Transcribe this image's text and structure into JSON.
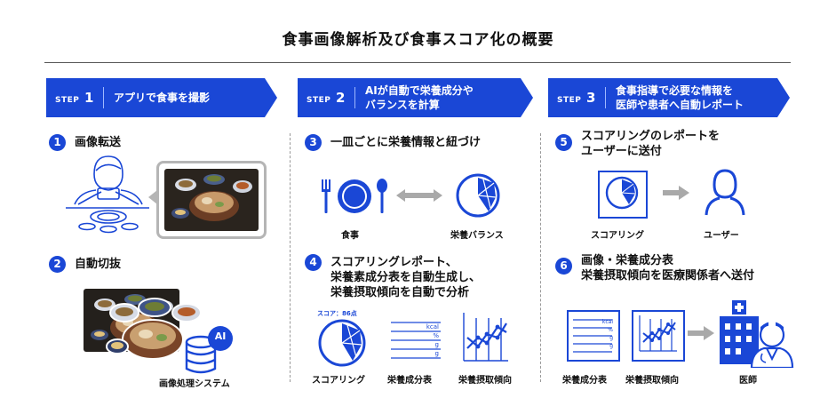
{
  "title": "食事画像解析及び食事スコア化の概要",
  "colors": {
    "accent": "#1a47d6",
    "arrow_gray": "#a9a9a9",
    "divider": "#999999"
  },
  "steps": [
    {
      "label": "STEP",
      "num": "1",
      "lines": [
        "アプリで食事を撮影"
      ]
    },
    {
      "label": "STEP",
      "num": "2",
      "lines": [
        "AIが自動で栄養成分や",
        "バランスを計算"
      ]
    },
    {
      "label": "STEP",
      "num": "3",
      "lines": [
        "食事指導で必要な情報を",
        "医師や患者へ自動レポート"
      ]
    }
  ],
  "items": [
    {
      "num": "1",
      "lines": [
        "画像転送"
      ]
    },
    {
      "num": "2",
      "lines": [
        "自動切抜"
      ]
    },
    {
      "num": "3",
      "lines": [
        "一皿ごとに栄養情報と紐づけ"
      ]
    },
    {
      "num": "4",
      "lines": [
        "スコアリングレポート、",
        "栄養素成分表を自動生成し、",
        "栄養摂取傾向を自動で分析"
      ]
    },
    {
      "num": "5",
      "lines": [
        "スコアリングのレポートを",
        "ユーザーに送付"
      ]
    },
    {
      "num": "6",
      "lines": [
        "画像・栄養成分表",
        "栄養摂取傾向を医療関係者へ送付"
      ]
    }
  ],
  "captions": {
    "ai_badge": "AI",
    "image_system": "画像処理システム",
    "meal": "食事",
    "nutrition_balance": "栄養バランス",
    "score_label": "スコア：86点",
    "scoring": "スコアリング",
    "nutrition_table": "栄養成分表",
    "intake_trend": "栄養摂取傾向",
    "scoring_5": "スコアリング",
    "user": "ユーザー",
    "nutrition_table_6": "栄養成分表",
    "intake_trend_6": "栄養摂取傾向",
    "doctor": "医師"
  },
  "table_units": [
    "kcal",
    "%",
    "g",
    "g"
  ],
  "icons": [
    "person-photographing-icon",
    "food-photo",
    "cutout-food-photo",
    "database-icon",
    "fork-plate-spoon-icon",
    "double-arrow-icon",
    "radar-chart-icon",
    "score-chart-icon",
    "nutrition-table-icon",
    "trend-chart-icon",
    "arrow-right-icon",
    "user-icon",
    "hospital-icon",
    "doctor-icon"
  ]
}
